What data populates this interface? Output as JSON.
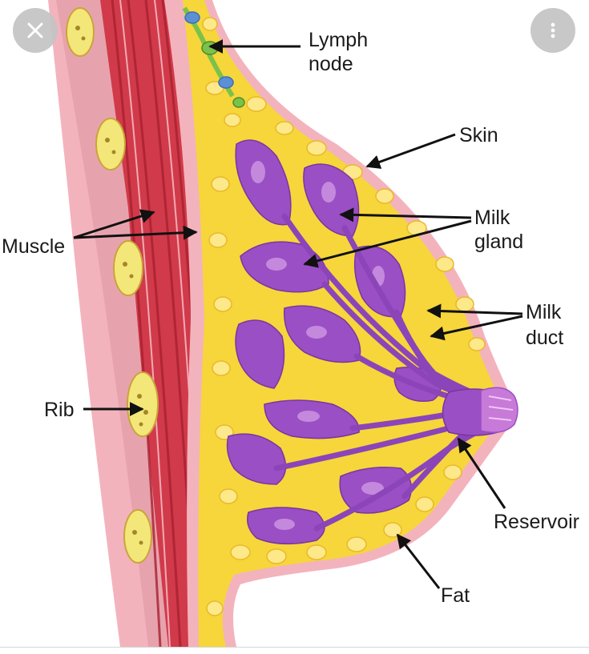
{
  "labels": {
    "lymph_node": [
      "Lymph",
      "node"
    ],
    "skin": "Skin",
    "milk_gland": [
      "Milk",
      "gland"
    ],
    "muscle": "Muscle",
    "milk_duct": [
      "Milk",
      "duct"
    ],
    "rib": "Rib",
    "reservoir": "Reservoir",
    "fat": "Fat"
  },
  "controls": {
    "close_icon": "close-icon",
    "more_icon": "more-vertical-icon"
  },
  "colors": {
    "skin": "#f3b3bd",
    "fat": "#f6d63a",
    "fat_dark": "#e9b92a",
    "muscle": "#d13a4a",
    "muscle_dark": "#a8202f",
    "gland": "#9b4fc4",
    "gland_light": "#c98fe0",
    "lymph": "#7cc14a",
    "rib": "#f4e77a"
  }
}
